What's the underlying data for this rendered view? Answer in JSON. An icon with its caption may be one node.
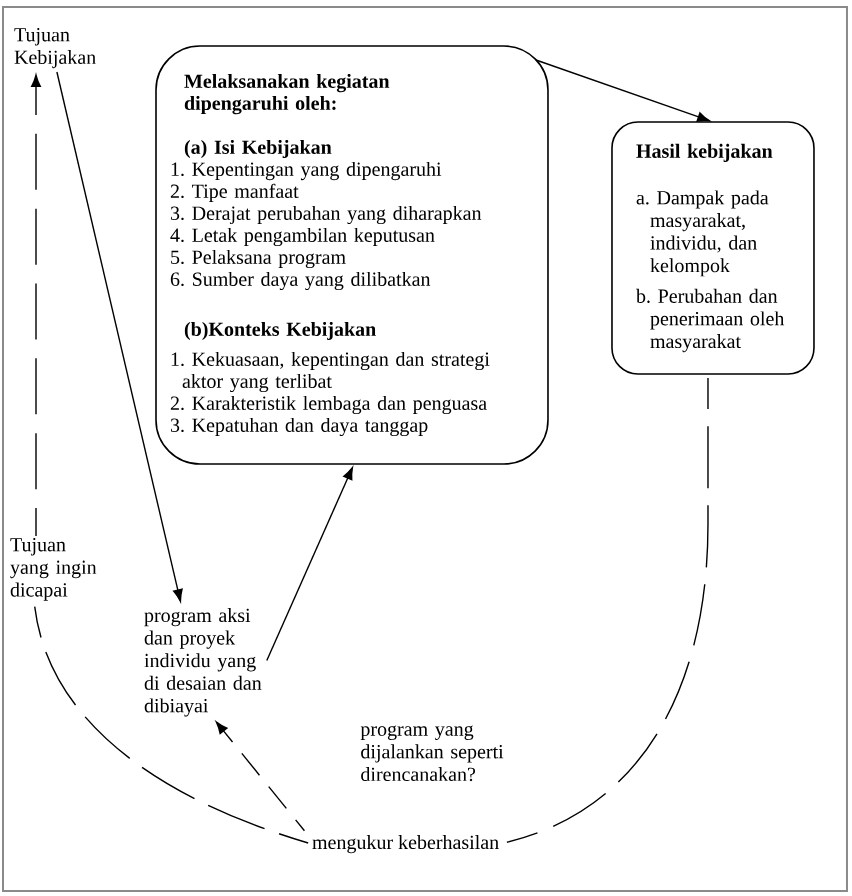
{
  "diagram": {
    "nodes": [
      {
        "text": [
          "Tujuan Kebijakan"
        ]
      },
      {
        "text": [
          "Melaksanakan kegiatan dipengaruhi oleh:",
          "(a) Isi Kebijakan",
          "1. Kepentingan yang dipengaruhi",
          "2. Tipe manfaat",
          "3. Derajat perubahan yang diharapkan",
          "4. Letak pengambilan keputusan",
          "5. Pelaksana program",
          "6. Sumber daya yang dilibatkan",
          "(b)Konteks Kebijakan",
          "1. Kekuasaan, kepentingan dan strategi aktor yang terlibat",
          "2. Karakteristik lembaga dan penguasa",
          "3. Kepatuhan dan daya tanggap"
        ]
      },
      {
        "text": [
          "Hasil kebijakan",
          "a. Dampak pada masyarakat, individu, dan kelompok",
          "b. Perubahan dan penerimaan oleh masyarakat"
        ]
      },
      {
        "text": [
          "Tujuan yang ingin dicapai"
        ]
      },
      {
        "text": [
          "program aksi dan proyek individu yang di desaian dan dibiayai"
        ]
      },
      {
        "text": [
          "mengukur keberhasilan"
        ]
      }
    ],
    "edges": [
      {
        "from": 3,
        "to": 0,
        "arrow": "to",
        "style": "dashed"
      },
      {
        "from": 0,
        "to": 4,
        "arrow": "to"
      },
      {
        "from": 4,
        "to": 1,
        "arrow": "to"
      },
      {
        "from": 1,
        "to": 2,
        "arrow": "to"
      },
      {
        "from": 2,
        "to": 5,
        "arrow": "none",
        "style": "dashed"
      },
      {
        "from": 5,
        "to": 3,
        "arrow": "none",
        "style": "dashed"
      },
      {
        "from": 5,
        "to": 4,
        "arrow": "to",
        "style": "dashed"
      }
    ],
    "labels": [
      "program yang dijalankan seperti direncanakan?"
    ]
  }
}
